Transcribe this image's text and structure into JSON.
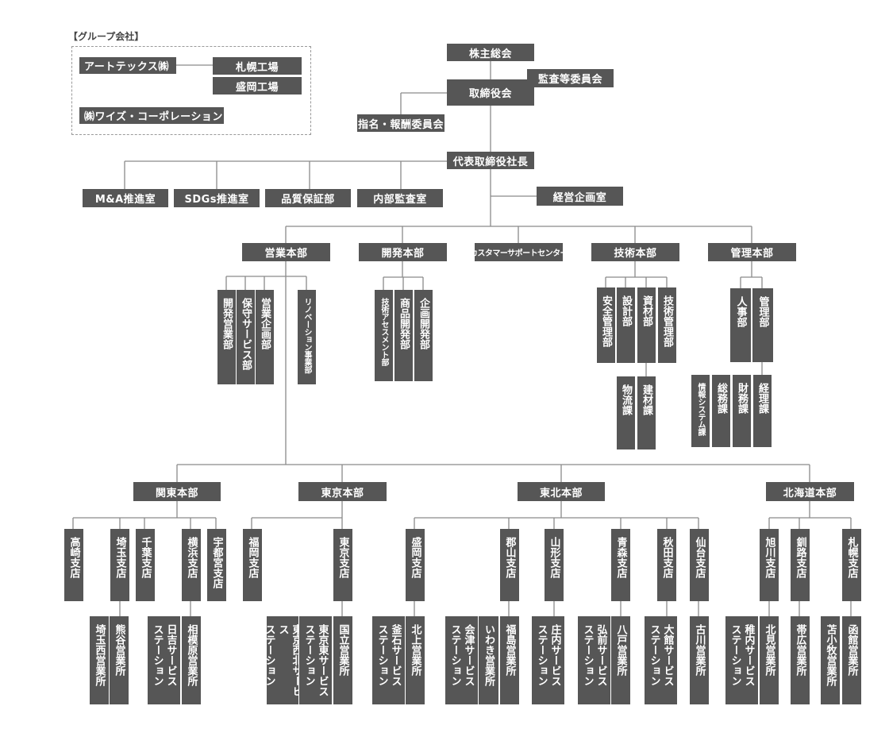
{
  "group": {
    "title": "【グループ会社】",
    "artex": "アートテックス㈱",
    "sapporo_factory": "札幌工場",
    "morioka_factory": "盛岡工場",
    "wiz": "㈱ワイズ・コーポレーション"
  },
  "nodes": {
    "shareholders": "株主総会",
    "board": "取締役会",
    "audit_committee": "監査等委員会",
    "nomination_committee": "指名・報酬委員会",
    "president": "代表取締役社長",
    "ma_office": "M&A推進室",
    "sdgs_office": "SDGs推進室",
    "quality_dept": "品質保証部",
    "internal_audit": "内部監査室",
    "planning_office": "経営企画室",
    "sales_hq": "営業本部",
    "dev_hq": "開発本部",
    "support_center": "カスタマーサポートセンター",
    "tech_hq": "技術本部",
    "admin_hq": "管理本部",
    "sales_dev": "開発営業部",
    "maintenance": "保守サービス部",
    "sales_planning": "営業企画部",
    "renovation": "リノベーション事業部",
    "tech_assessment": "技術アセスメント部",
    "product_dev": "商品開発部",
    "planning_dev": "企画開発部",
    "safety": "安全管理部",
    "design": "設計部",
    "materials": "資材部",
    "tech_mgmt": "技術管理部",
    "logistics": "物流課",
    "building_materials": "建材課",
    "hr": "人事部",
    "management": "管理部",
    "info_systems": "情報システム課",
    "general_affairs": "総務課",
    "finance": "財務課",
    "accounting": "経理課",
    "kanto_hq": "関東本部",
    "tokyo_hq": "東京本部",
    "tohoku_hq": "東北本部",
    "hokkaido_hq": "北海道本部",
    "takasaki": "高崎支店",
    "saitama": "埼玉支店",
    "chiba": "千葉支店",
    "yokohama": "横浜支店",
    "utsunomiya": "宇都宮支店",
    "saitama_nishi": "埼玉西営業所",
    "kumagaya": "熊谷営業所",
    "hiyoshi": "日吉サービス\nステーション",
    "sagamihara": "相模原営業所",
    "fukuoka": "福岡支店",
    "tokyo_branch": "東京支店",
    "tokyo_seihoku": "東京西北サービス\nステーション",
    "tokyo_higashi": "東京東サービス\nステーション",
    "kunitachi": "国立営業所",
    "morioka": "盛岡支店",
    "koriyama": "郡山支店",
    "yamagata": "山形支店",
    "aomori": "青森支店",
    "akita": "秋田支店",
    "sendai": "仙台支店",
    "kamaishi": "釜石サービス\nステーション",
    "kitakami": "北上営業所",
    "aizu": "会津サービス\nステーション",
    "iwaki": "いわき営業所",
    "fukushima": "福島営業所",
    "shonai": "庄内サービス\nステーション",
    "hirosaki": "弘前サービス\nステーション",
    "hachinohe": "八戸営業所",
    "odate": "大館サービス\nステーション",
    "furukawa": "古川営業所",
    "asahikawa": "旭川支店",
    "kushiro": "釧路支店",
    "sapporo": "札幌支店",
    "wakkanai": "稚内サービス\nステーション",
    "kitami": "北見営業所",
    "obihiro": "帯広営業所",
    "tomakomai": "苫小牧営業所",
    "hakodate": "函館営業所"
  },
  "colors": {
    "box": "#565656",
    "line": "#8a8a8a",
    "text": "#ffffff"
  }
}
